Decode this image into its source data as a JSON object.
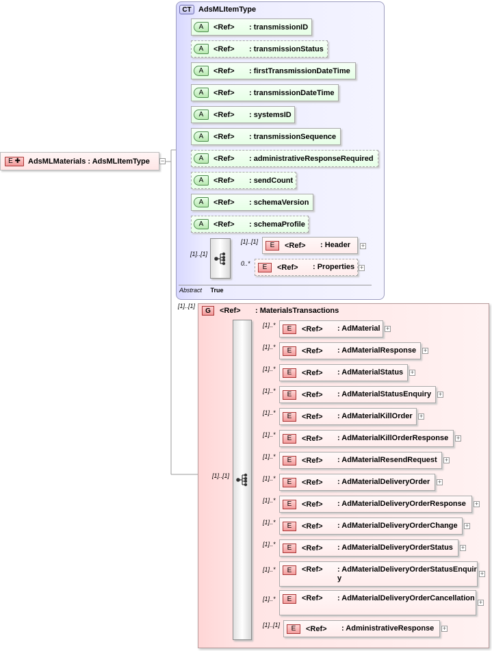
{
  "root": {
    "badge": "E",
    "name": "AdsMLMaterials",
    "type": ": AdsMLItemType"
  },
  "complex_type": {
    "badge": "CT",
    "name": "AdsMLItemType",
    "abstract_label": "Abstract",
    "abstract_value": "True"
  },
  "attr_badge": "A",
  "elem_badge": "E",
  "ref_label": "<Ref>",
  "attributes": [
    {
      "name": ": transmissionID"
    },
    {
      "name": ": transmissionStatus"
    },
    {
      "name": ": firstTransmissionDateTime"
    },
    {
      "name": ": transmissionDateTime"
    },
    {
      "name": ": systemsID"
    },
    {
      "name": ": transmissionSequence"
    },
    {
      "name": ": administrativeResponseRequired"
    },
    {
      "name": ": sendCount"
    },
    {
      "name": ": schemaVersion"
    },
    {
      "name": ": schemaProfile"
    }
  ],
  "ct_sequence": {
    "cardinality": "[1]..[1]",
    "elements": [
      {
        "name": ": Header",
        "cardinality": "[1]..[1]"
      },
      {
        "name": ": Properties",
        "cardinality": "0..*"
      }
    ]
  },
  "group": {
    "badge": "G",
    "outer_cardinality": "[1]..[1]",
    "name": ": MaterialsTransactions",
    "choice_cardinality": "[1]..[1]",
    "elements": [
      {
        "name": ": AdMaterial",
        "cardinality": "[1]..*"
      },
      {
        "name": ": AdMaterialResponse",
        "cardinality": "[1]..*"
      },
      {
        "name": ": AdMaterialStatus",
        "cardinality": "[1]..*"
      },
      {
        "name": ": AdMaterialStatusEnquiry",
        "cardinality": "[1]..*"
      },
      {
        "name": ": AdMaterialKillOrder",
        "cardinality": "[1]..*"
      },
      {
        "name": ": AdMaterialKillOrderResponse",
        "cardinality": "[1]..*"
      },
      {
        "name": ": AdMaterialResendRequest",
        "cardinality": "[1]..*"
      },
      {
        "name": ": AdMaterialDeliveryOrder",
        "cardinality": "[1]..*"
      },
      {
        "name": ": AdMaterialDeliveryOrderResponse",
        "cardinality": "[1]..*"
      },
      {
        "name": ": AdMaterialDeliveryOrderChange",
        "cardinality": "[1]..*"
      },
      {
        "name": ": AdMaterialDeliveryOrderStatus",
        "cardinality": "[1]..*"
      },
      {
        "name": ": AdMaterialDeliveryOrderStatusEnquiry",
        "cardinality": "[1]..*"
      },
      {
        "name": ": AdMaterialDeliveryOrderCancellation",
        "cardinality": "[1]..*"
      },
      {
        "name": ": AdministrativeResponse",
        "cardinality": "[1]..[1]"
      }
    ]
  }
}
